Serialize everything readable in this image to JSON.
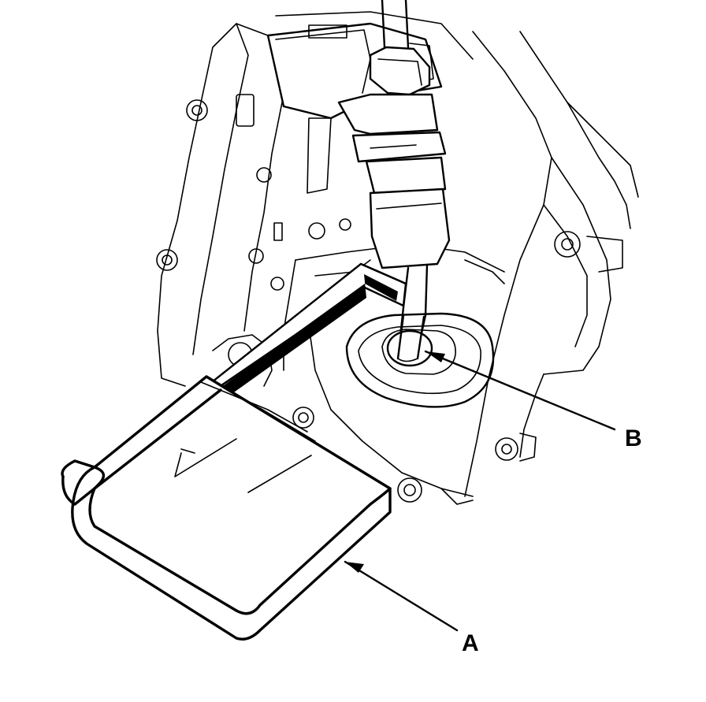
{
  "callouts": {
    "a": {
      "letter": "A",
      "target": "filter-cover"
    },
    "b": {
      "letter": "B",
      "target": "shaft-boot-opening"
    }
  },
  "colors": {
    "ink": "#000000",
    "paper": "#ffffff"
  }
}
